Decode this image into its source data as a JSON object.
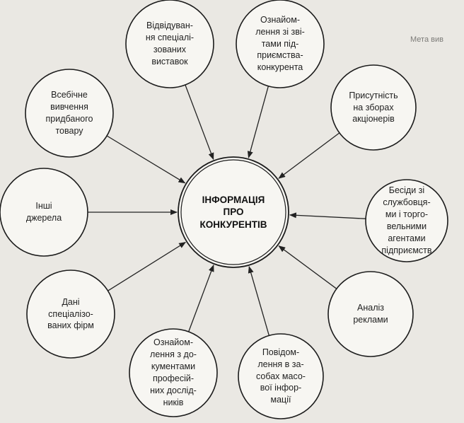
{
  "center": {
    "label": "ІНФОРМАЦІЯ\nПРО\nКОНКУРЕНТІВ"
  },
  "sources": [
    {
      "id": "exhibitions",
      "label": "Відвідуван-\nня спеціалі-\nзованих\nвиставок"
    },
    {
      "id": "reports",
      "label": "Ознайом-\nлення зі зві-\nтами під-\nприємства-\nконкурента"
    },
    {
      "id": "shareholders",
      "label": "Присутність\nна зборах\nакціонерів"
    },
    {
      "id": "conversations",
      "label": "Бесіди зі\nслужбовця-\nми і торго-\nвельними\nагентами\nпідприємств"
    },
    {
      "id": "advertising",
      "label": "Аналіз\nреклами"
    },
    {
      "id": "media",
      "label": "Повідом-\nлення в за-\nсобах масо-\nвої інфор-\nмації"
    },
    {
      "id": "research",
      "label": "Ознайом-\nлення з до-\nкументами\nпрофесій-\nних дослід-\nників"
    },
    {
      "id": "firms",
      "label": "Дані\nспеціалізо-\nваних фірм"
    },
    {
      "id": "other",
      "label": "Інші\nджерела"
    },
    {
      "id": "product",
      "label": "Всебічне\nвивчення\nпридбаного\nтовару"
    }
  ],
  "background_text": {
    "margin_heading": "Мета вив"
  }
}
